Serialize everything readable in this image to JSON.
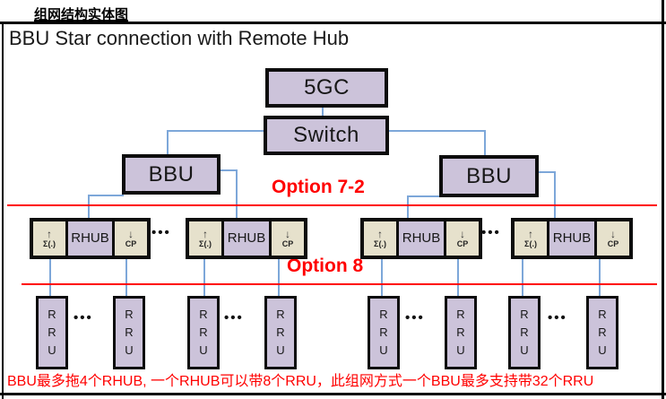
{
  "page": {
    "header": "组网结构实体图",
    "title": "BBU Star connection with Remote Hub",
    "footnote": "BBU最多拖4个RHUB, 一个RHUB可以带8个RRU，此组网方式一个BBU最多支持带32个RRU"
  },
  "labels": {
    "option72": "Option 7-2",
    "option8": "Option 8",
    "dots": "•••"
  },
  "nodes": {
    "core": "5GC",
    "switch": "Switch",
    "bbu": "BBU",
    "rhub": "RHUB",
    "uplink_arrow": "↑",
    "uplink_label": "Σ(.)",
    "downlink_arrow": "↓",
    "downlink_label": "CP",
    "rru": "R\nR\nU"
  },
  "colors": {
    "node-fill": "#ccc3da",
    "cell-fill": "#e6e1cc",
    "connector": "#7da7d9",
    "accent": "#ff0000"
  }
}
